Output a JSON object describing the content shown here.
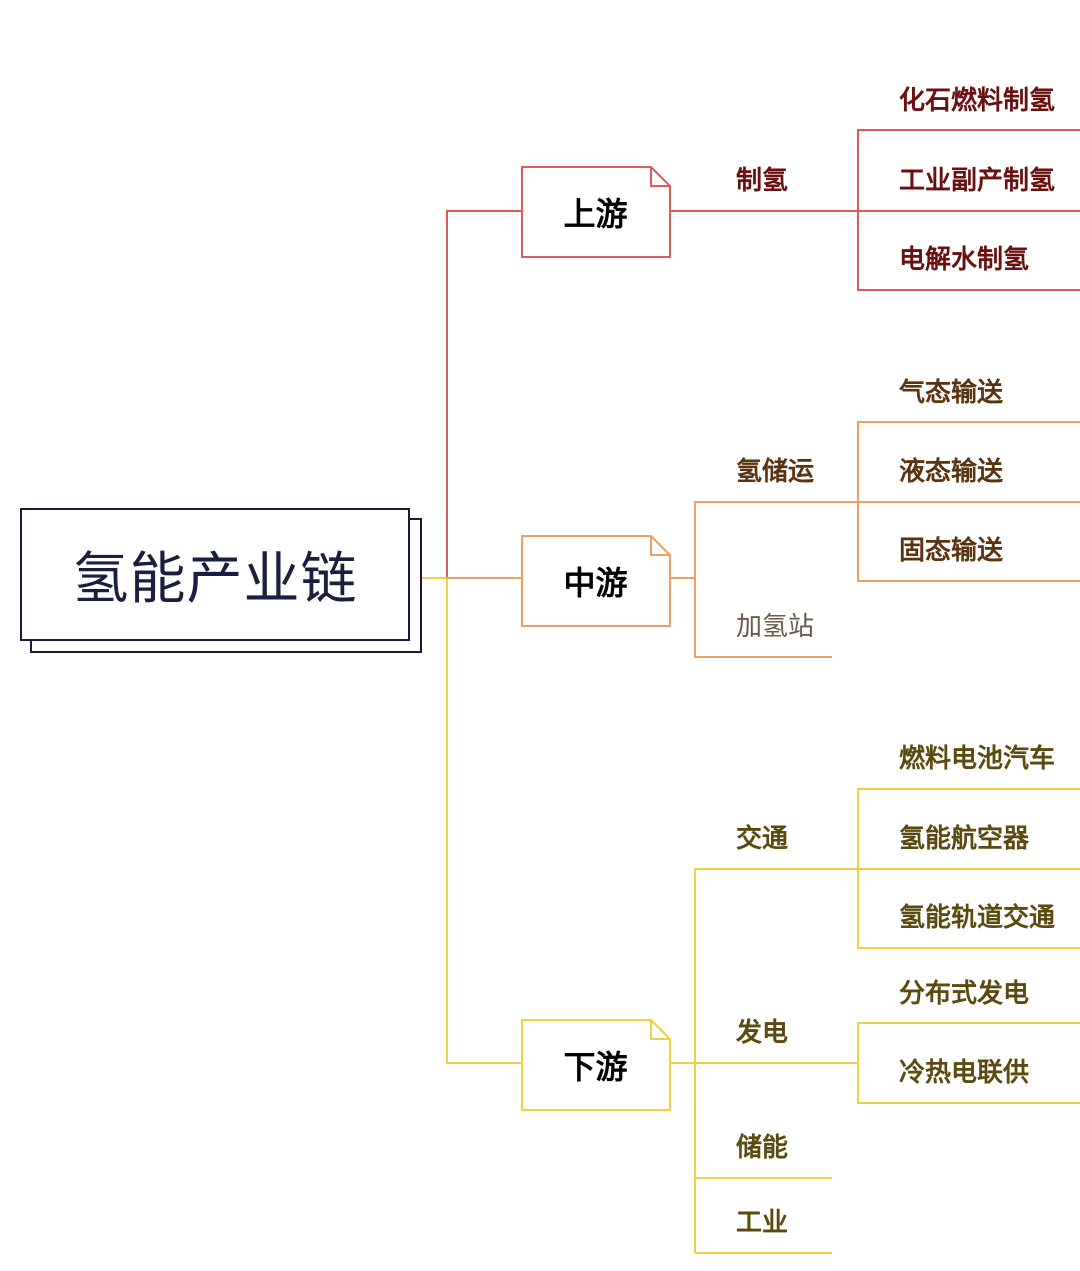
{
  "root": {
    "label": "氢能产业链"
  },
  "colors": {
    "root": "#1a1a3a",
    "upstream": "#e05a5a",
    "midstream": "#f0a060",
    "downstream": "#f0d040"
  },
  "upstream": {
    "label": "上游",
    "branches": [
      {
        "label": "制氢",
        "items": [
          "化石燃料制氢",
          "工业副产制氢",
          "电解水制氢"
        ]
      }
    ]
  },
  "midstream": {
    "label": "中游",
    "branches": [
      {
        "label": "氢储运",
        "items": [
          "气态输送",
          "液态输送",
          "固态输送"
        ]
      },
      {
        "label": "加氢站",
        "items": []
      }
    ]
  },
  "downstream": {
    "label": "下游",
    "branches": [
      {
        "label": "交通",
        "items": [
          "燃料电池汽车",
          "氢能航空器",
          "氢能轨道交通"
        ]
      },
      {
        "label": "发电",
        "items": [
          "分布式发电",
          "冷热电联供"
        ]
      },
      {
        "label": "储能",
        "items": []
      },
      {
        "label": "工业",
        "items": []
      }
    ]
  }
}
